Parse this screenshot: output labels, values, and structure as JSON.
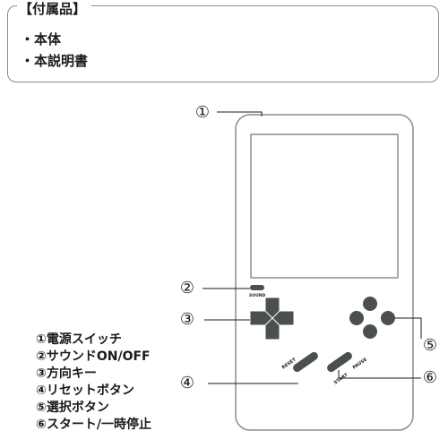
{
  "accessories": {
    "title": "【付属品】",
    "items": [
      "・本体",
      "・本説明書"
    ]
  },
  "device": {
    "sound_label": "SOUND",
    "reset_label": "RESET",
    "start_label": "START",
    "pause_label": "PAUSE"
  },
  "callouts": [
    "①",
    "②",
    "③",
    "④",
    "⑤",
    "⑥"
  ],
  "legend": [
    "①電源スイッチ",
    "②サウンドON/OFF",
    "③方向キー",
    "④リセットボタン",
    "⑤選択ボタン",
    "⑥スタート/一時停止"
  ],
  "colors": {
    "device_outline": "#8c8c8c",
    "buttons": "#4a514c"
  }
}
